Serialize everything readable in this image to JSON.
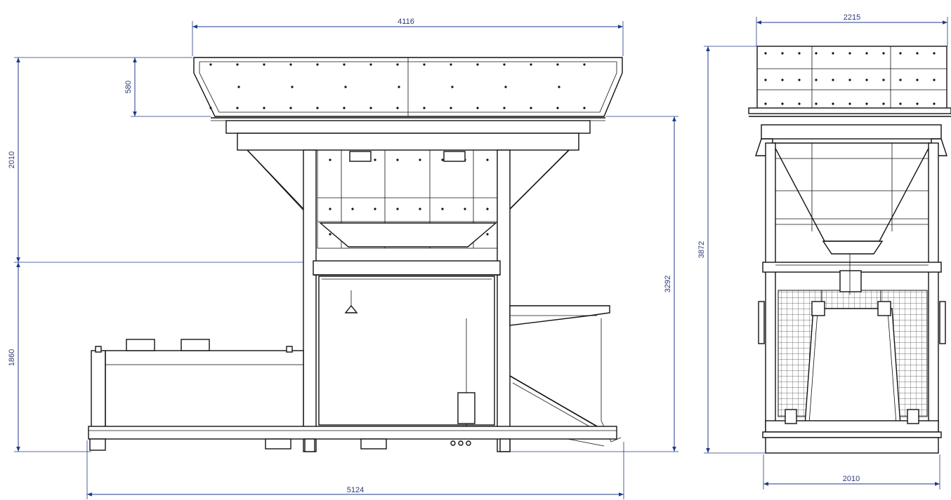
{
  "dimensions": {
    "side_top_width": "4116",
    "side_hopper_depth": "580",
    "side_upper_height": "2010",
    "side_lower_height": "1860",
    "side_hopper_to_base": "3292",
    "side_total_length": "5124",
    "front_top_width": "2215",
    "front_total_height": "3872",
    "front_base_width": "2010"
  }
}
